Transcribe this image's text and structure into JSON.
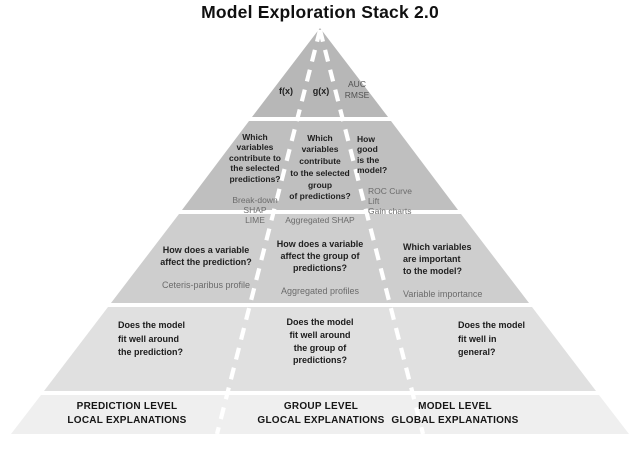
{
  "title": "Model Exploration Stack 2.0",
  "colors": {
    "band1": "#b7b7b7",
    "band2": "#bfbfbf",
    "band3": "#cecece",
    "band4": "#e0e0e0",
    "band5": "#efefef",
    "lane": "#ffffff",
    "question_text": "#1f1f1f",
    "method_text": "#6b6b6b"
  },
  "pyramid": {
    "band1": {
      "fx": "f(x)",
      "gx": "g(x)",
      "metrics": "AUC\nRMSE"
    },
    "band2": {
      "local": {
        "question": "Which\nvariables\ncontribute to\nthe selected\npredictions?",
        "methods": "Break-down\nSHAP\nLIME"
      },
      "group": {
        "question": "Which\nvariables\ncontribute\nto the selected\ngroup\nof predictions?",
        "methods": "Aggregated SHAP"
      },
      "global": {
        "question": "How\ngood\nis the\nmodel?",
        "methods": "ROC Curve\nLift\nGain charts"
      }
    },
    "band3": {
      "local": {
        "question": "How does a variable\naffect the prediction?",
        "methods": "Ceteris-paribus profile"
      },
      "group": {
        "question": "How does a variable\naffect the group of\npredictions?",
        "methods": "Aggregated profiles"
      },
      "global": {
        "question": "Which variables\nare important\nto the model?",
        "methods": "Variable importance"
      }
    },
    "band4": {
      "local": {
        "question": "Does the model\nfit well around\nthe prediction?"
      },
      "group": {
        "question": "Does the model\nfit well around\nthe group of\npredictions?"
      },
      "global": {
        "question": "Does the model\nfit well in\ngeneral?"
      }
    },
    "footer": {
      "local": "PREDICTION LEVEL\nLOCAL EXPLANATIONS",
      "group": "GROUP LEVEL\nGLOCAL EXPLANATIONS",
      "global": "MODEL LEVEL\nGLOBAL EXPLANATIONS"
    }
  }
}
